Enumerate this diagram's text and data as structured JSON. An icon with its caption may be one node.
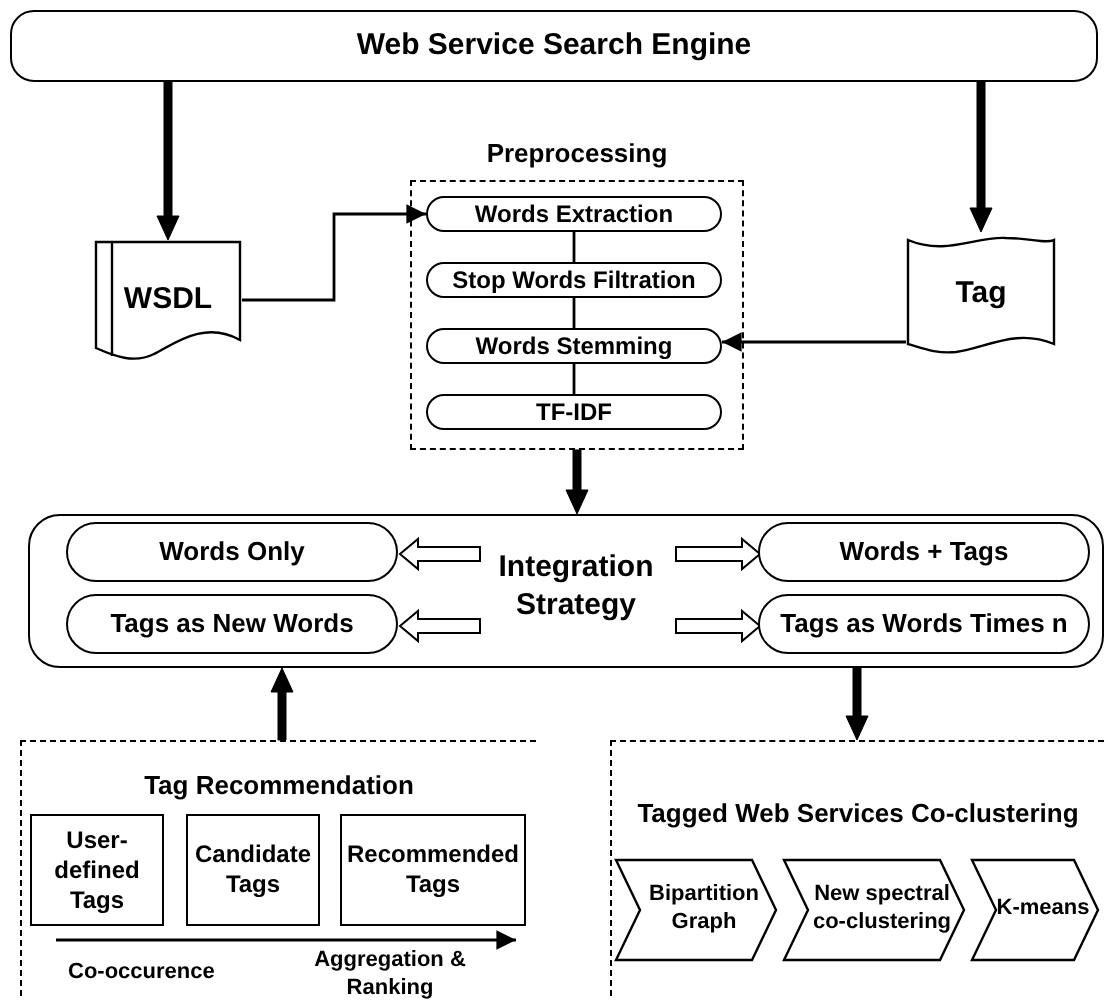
{
  "diagram": {
    "nodes": [
      {
        "text": [
          "Web Service Search Engine"
        ]
      },
      {
        "text": [
          "WSDL"
        ]
      },
      {
        "text": [
          "Preprocessing"
        ]
      },
      {
        "text": [
          "Words Extraction"
        ],
        "in": 2
      },
      {
        "text": [
          "Stop Words Filtration"
        ],
        "in": 2
      },
      {
        "text": [
          "Words Stemming"
        ],
        "in": 2
      },
      {
        "text": [
          "TF-IDF"
        ],
        "in": 2
      },
      {
        "text": [
          "Tag"
        ]
      },
      {
        "text": [],
        "shape": "box"
      },
      {
        "text": [
          "Words Only"
        ],
        "in": 8
      },
      {
        "text": [
          "Integration Strategy"
        ],
        "in": 8
      },
      {
        "text": [
          "Words + Tags"
        ],
        "in": 8
      },
      {
        "text": [
          "Tags as New Words"
        ],
        "in": 8
      },
      {
        "text": [
          "Tags as Words Times n"
        ],
        "in": 8
      },
      {
        "text": [
          "Tag Recommendation"
        ]
      },
      {
        "text": [
          "User-defined Tags"
        ],
        "in": 14
      },
      {
        "text": [
          "Candidate Tags"
        ],
        "in": 14
      },
      {
        "text": [
          "Recommended Tags"
        ],
        "in": 14
      },
      {
        "text": [
          "Tagged Web Services Co-clustering"
        ]
      },
      {
        "text": [
          "Bipartition Graph"
        ],
        "in": 18
      },
      {
        "text": [
          "New spectral co-clustering"
        ],
        "in": 18
      },
      {
        "text": [
          "K-means"
        ],
        "in": 18
      }
    ],
    "edges": [
      {
        "from": 0,
        "to": 1,
        "arrow": "to",
        "style": "thick"
      },
      {
        "from": 0,
        "to": 7,
        "arrow": "to",
        "style": "thick"
      },
      {
        "from": 1,
        "to": 3,
        "arrow": "to"
      },
      {
        "from": 7,
        "to": 5,
        "arrow": "to"
      },
      {
        "from": 3,
        "to": 4,
        "arrow": "none"
      },
      {
        "from": 4,
        "to": 5,
        "arrow": "none"
      },
      {
        "from": 5,
        "to": 6,
        "arrow": "none"
      },
      {
        "from": 2,
        "to": 8,
        "arrow": "to",
        "style": "thick"
      },
      {
        "from": 10,
        "to": 9,
        "arrow": "to",
        "style": "thick",
        "color": "#ffffff"
      },
      {
        "from": 10,
        "to": 11,
        "arrow": "to",
        "style": "thick",
        "color": "#ffffff"
      },
      {
        "from": 10,
        "to": 12,
        "arrow": "to",
        "style": "thick",
        "color": "#ffffff"
      },
      {
        "from": 10,
        "to": 13,
        "arrow": "to",
        "style": "thick",
        "color": "#ffffff"
      },
      {
        "from": 14,
        "to": 8,
        "arrow": "to",
        "style": "thick"
      },
      {
        "from": 8,
        "to": 18,
        "arrow": "to",
        "style": "thick"
      },
      {
        "from": 15,
        "to": 17,
        "arrow": "to"
      }
    ],
    "labels": [
      "Co-occurence",
      "Aggregation & Ranking"
    ]
  }
}
